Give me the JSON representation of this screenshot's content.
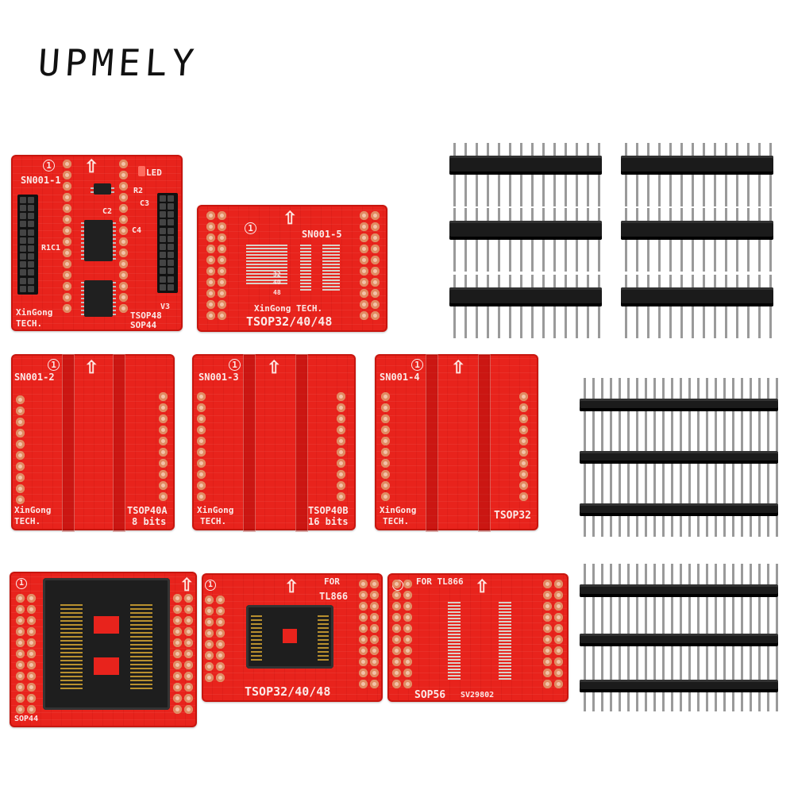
{
  "brand": "UPMELY",
  "boards": {
    "b1": {
      "label": "SN001-1",
      "led": "LED",
      "r2": "R2",
      "c2": "C2",
      "c3": "C3",
      "c4": "C4",
      "r1c1": "R1C1",
      "v3": "V3",
      "maker1": "XinGong",
      "maker2": "TECH.",
      "pkg1": "TSOP48",
      "pkg2": "SOP44",
      "circle": "1"
    },
    "b5": {
      "label": "SN001-5",
      "w1": "32",
      "w2": "40",
      "w3": "48",
      "maker": "XinGong TECH.",
      "pkg": "TSOP32/40/48",
      "circle": "1"
    },
    "b2": {
      "label": "SN001-2",
      "maker1": "XinGong",
      "maker2": "TECH.",
      "pkg1": "TSOP40A",
      "pkg2": "8 bits",
      "circle": "1"
    },
    "b3": {
      "label": "SN001-3",
      "maker1": "XinGong",
      "maker2": "TECH.",
      "pkg1": "TSOP40B",
      "pkg2": "16 bits",
      "circle": "1"
    },
    "b4": {
      "label": "SN001-4",
      "maker1": "XinGong",
      "maker2": "TECH.",
      "pkg": "TSOP32",
      "circle": "1"
    },
    "s1": {
      "pkg": "SOP44",
      "circle": "1"
    },
    "s2": {
      "for1": "FOR",
      "for2": "TL866",
      "pkg": "TSOP32/40/48",
      "circle": "1"
    },
    "s3": {
      "for": "FOR TL866",
      "pkg": "SOP56",
      "code": "SV29802",
      "circle": "1"
    }
  },
  "colors": {
    "pcb": "#e8231c",
    "silkscreen": "#fbe9e7",
    "header_plastic": "#1b1b1b",
    "pin_metal": "#9a9a9a"
  }
}
